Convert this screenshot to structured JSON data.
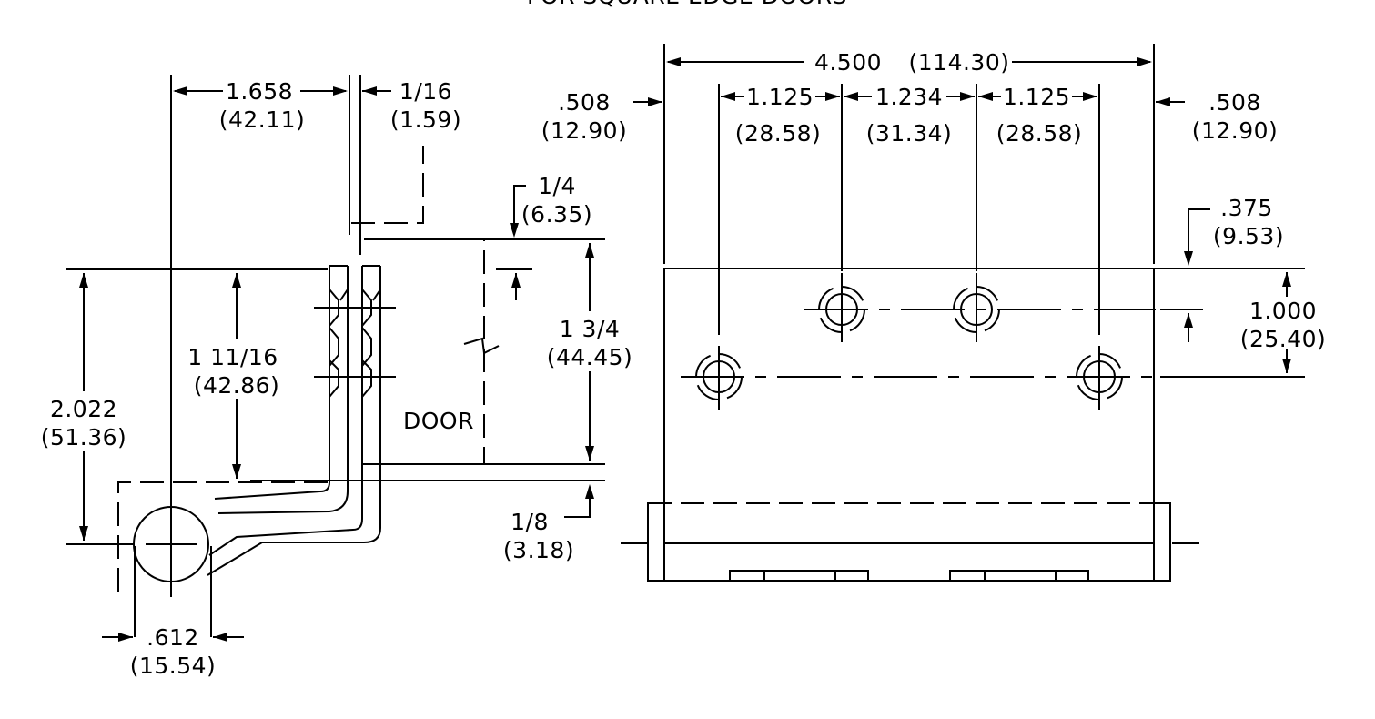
{
  "header": {
    "partial_title": "FOR SQUARE EDGE DOORS"
  },
  "side_view": {
    "width_in": "1.658",
    "width_mm": "(42.11)",
    "gap_in": "1/16",
    "gap_mm": "(1.59)",
    "offset_top_in": "1/4",
    "offset_top_mm": "(6.35)",
    "door_thickness_in": "1  3/4",
    "door_thickness_mm": "(44.45)",
    "inner_height_in": "1  11/16",
    "inner_height_mm": "(42.86)",
    "overall_height_in": "2.022",
    "overall_height_mm": "(51.36)",
    "offset_bottom_in": "1/8",
    "offset_bottom_mm": "(3.18)",
    "knuckle_dia_in": ".612",
    "knuckle_dia_mm": "(15.54)",
    "door_label": "DOOR"
  },
  "front_view": {
    "overall_width_in": "4.500",
    "overall_width_mm": "(114.30)",
    "edge_left_in": ".508",
    "edge_left_mm": "(12.90)",
    "edge_right_in": ".508",
    "edge_right_mm": "(12.90)",
    "hole_spacing_1_in": "1.125",
    "hole_spacing_1_mm": "(28.58)",
    "hole_spacing_2_in": "1.234",
    "hole_spacing_2_mm": "(31.34)",
    "hole_spacing_3_in": "1.125",
    "hole_spacing_3_mm": "(28.58)",
    "top_offset_in": ".375",
    "top_offset_mm": "(9.53)",
    "row_spacing_in": "1.000",
    "row_spacing_mm": "(25.40)"
  }
}
